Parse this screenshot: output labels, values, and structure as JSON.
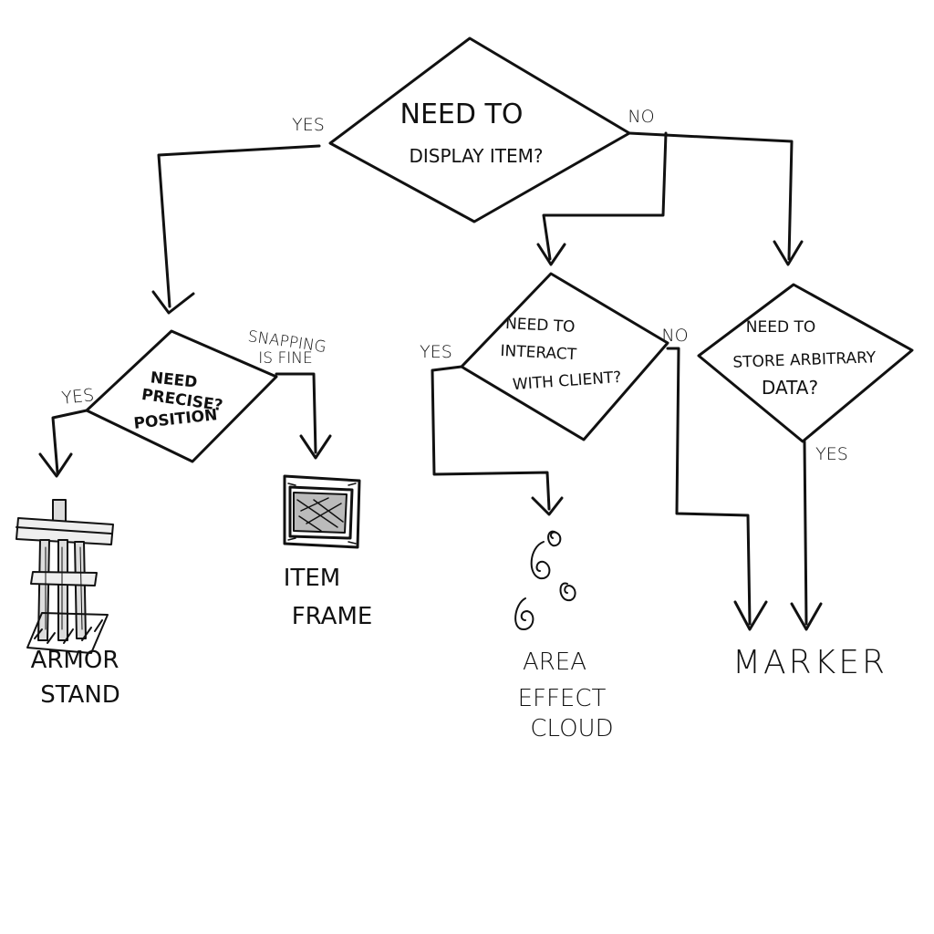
{
  "decisions": {
    "display_item": {
      "line1": "NEED TO",
      "line2": "DISPLAY ITEM?"
    },
    "precise_position": {
      "line1": "NEED",
      "line2": "PRECISE?",
      "line3": "POSITION"
    },
    "interact_client": {
      "line1": "NEED TO",
      "line2": "INTERACT",
      "line3": "WITH CLIENT?"
    },
    "store_data": {
      "line1": "NEED TO",
      "line2": "STORE ARBITRARY",
      "line3": "DATA?"
    }
  },
  "edges": {
    "display_yes": "YES",
    "display_no": "NO",
    "precise_yes": "YES",
    "snapping_line1": "SNAPPING",
    "snapping_line2": "IS FINE",
    "interact_yes": "YES",
    "interact_no": "NO",
    "store_yes": "YES"
  },
  "outcomes": {
    "armor_stand": {
      "line1": "ARMOR",
      "line2": "STAND",
      "icon": "armor-stand-icon"
    },
    "item_frame": {
      "line1": "ITEM",
      "line2": "FRAME",
      "icon": "item-frame-icon"
    },
    "area_effect_cloud": {
      "line1": "AREA",
      "line2": "EFFECT",
      "line3": "CLOUD",
      "icon": "swirl-cloud-icon"
    },
    "marker": {
      "line1": "MARKER"
    }
  }
}
